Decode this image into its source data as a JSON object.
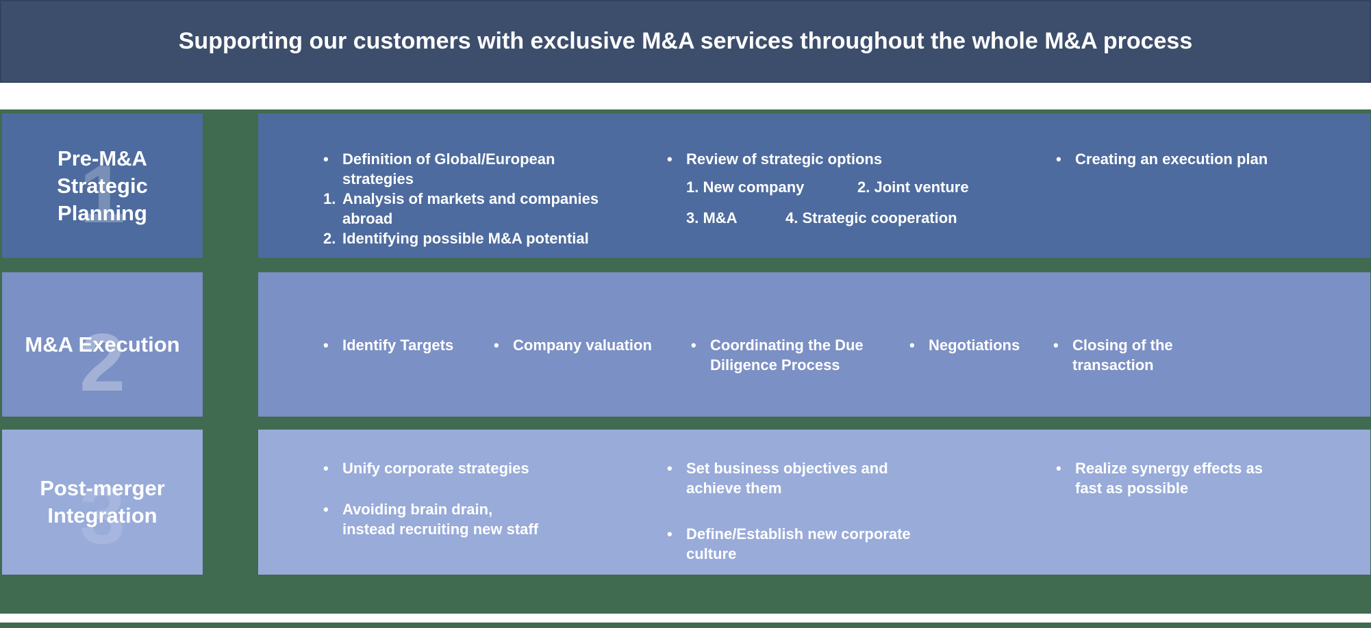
{
  "banner": {
    "title": "Supporting our customers with exclusive M&A services throughout the whole M&A process"
  },
  "colors": {
    "page_background": "#ffffff",
    "canvas_green": "#406b50",
    "banner_blue": "#3d4e6c",
    "phase1_blue": "#4d6b9e",
    "phase2_blue": "#7b90c4",
    "phase3_blue": "#98abd9",
    "text": "#ffffff"
  },
  "phases": [
    {
      "number": "1",
      "label_lines": [
        "Pre-M&A",
        "Strategic",
        "Planning"
      ],
      "col1": {
        "items": [
          {
            "marker": "•",
            "text": "Definition of Global/European\nstrategies"
          },
          {
            "marker": "1.",
            "text": "Analysis of markets and companies\nabroad"
          },
          {
            "marker": "2.",
            "text": "Identifying possible M&A potential"
          }
        ]
      },
      "col2": {
        "lead": {
          "marker": "•",
          "text": "Review of strategic options"
        },
        "options": [
          [
            "1. New company",
            "2. Joint venture"
          ],
          [
            "3. M&A",
            "4. Strategic cooperation"
          ]
        ]
      },
      "col3": {
        "items": [
          {
            "marker": "•",
            "text": "Creating an execution plan"
          }
        ]
      }
    },
    {
      "number": "2",
      "label_lines": [
        "M&A Execution"
      ],
      "items": [
        {
          "marker": "•",
          "text": "Identify Targets"
        },
        {
          "marker": "•",
          "text": "Company valuation"
        },
        {
          "marker": "•",
          "text": "Coordinating the Due\nDiligence Process"
        },
        {
          "marker": "•",
          "text": "Negotiations"
        },
        {
          "marker": "•",
          "text": "Closing of the\ntransaction"
        }
      ]
    },
    {
      "number": "3",
      "label_lines": [
        "Post-merger",
        "Integration"
      ],
      "columns": [
        {
          "items": [
            {
              "marker": "•",
              "text": "Unify corporate strategies"
            },
            {
              "marker": "•",
              "text": "Avoiding brain drain,\ninstead recruiting new staff"
            }
          ]
        },
        {
          "items": [
            {
              "marker": "•",
              "text": "Set business objectives and\nachieve them"
            },
            {
              "marker": "•",
              "text": "Define/Establish new corporate\nculture"
            }
          ]
        },
        {
          "items": [
            {
              "marker": "•",
              "text": "Realize synergy effects as\nfast as possible"
            }
          ]
        }
      ]
    }
  ]
}
